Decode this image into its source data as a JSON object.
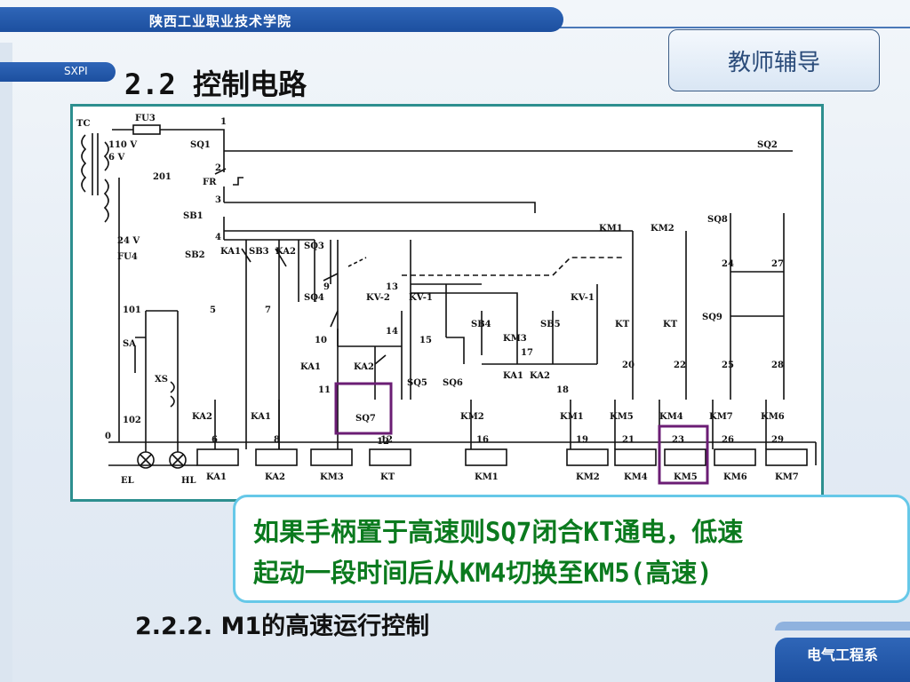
{
  "header": {
    "school_name": "陕西工业职业技术学院",
    "school_abbr": "SXPI",
    "page_title": "2.2 控制电路",
    "teacher_button": "教师辅导"
  },
  "diagram": {
    "labels_top": [
      "TC",
      "FU3",
      "1",
      "SQ1",
      "2",
      "FR",
      "3",
      "SB1",
      "4",
      "SB2",
      "KA1",
      "SB3",
      "KA2",
      "SQ3",
      "9",
      "13",
      "SQ4",
      "KV-2",
      "KV-1",
      "KV-1",
      "SQ2"
    ],
    "labels_left": [
      "110 V",
      "6 V",
      "201",
      "24 V",
      "FU4",
      "101",
      "SA",
      "XS",
      "102",
      "0",
      "EL",
      "HL"
    ],
    "labels_mid": [
      "5",
      "7",
      "10",
      "KA1",
      "KA2",
      "11",
      "SQ7",
      "12",
      "14",
      "15",
      "SQ5",
      "SQ6",
      "SB4",
      "SB5",
      "KM3",
      "17",
      "KA1",
      "KA2",
      "18",
      "KM1",
      "KM2",
      "KT",
      "KT",
      "20",
      "22",
      "SQ8",
      "SQ9",
      "24",
      "27",
      "25",
      "28"
    ],
    "contacts_row": [
      "KA2",
      "KA1",
      "KM2",
      "KM1",
      "KM5",
      "KM4",
      "KM7",
      "KM6"
    ],
    "node_numbers": [
      "6",
      "8",
      "12",
      "16",
      "19",
      "21",
      "23",
      "26",
      "29"
    ],
    "coils": [
      "KA1",
      "KA2",
      "KM3",
      "KT",
      "KM1",
      "KM2",
      "KM4",
      "KM5",
      "KM6",
      "KM7"
    ]
  },
  "callout": {
    "text": "如果手柄置于高速则SQ7闭合KT通电，低速\n起动一段时间后从KM4切换至KM5(高速)"
  },
  "subheading": "2.2.2. M1的高速运行控制",
  "footer": {
    "department": "电气工程系"
  },
  "colors": {
    "highlight_box": "#6b1d74",
    "callout_text": "#0b7a1e",
    "callout_border": "#66c8e8",
    "frame": "#2d8f8f"
  }
}
